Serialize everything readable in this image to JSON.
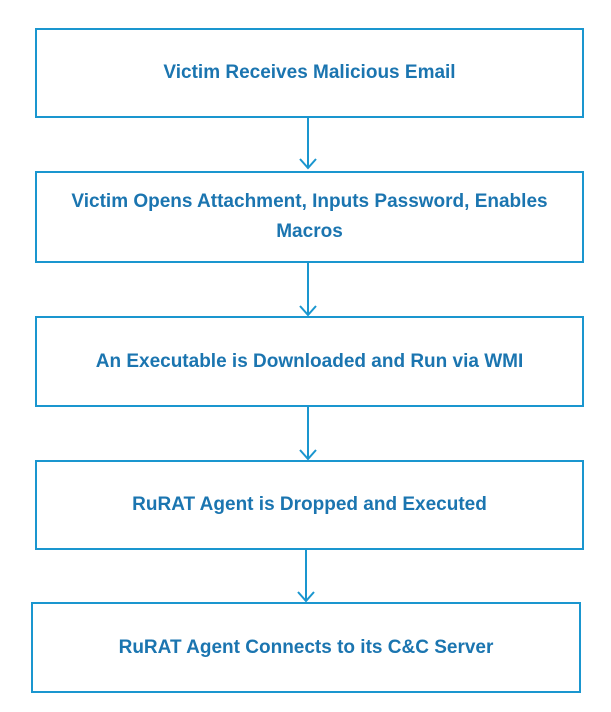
{
  "colors": {
    "border": "#1a96cf",
    "text": "#1b75b0",
    "arrow": "#1a96cf",
    "background": "#ffffff"
  },
  "flowchart": {
    "steps": [
      {
        "id": "step-1",
        "label": "Victim Receives Malicious Email"
      },
      {
        "id": "step-2",
        "label": "Victim Opens Attachment, Inputs Password, Enables Macros"
      },
      {
        "id": "step-3",
        "label": "An Executable is Downloaded and Run via WMI"
      },
      {
        "id": "step-4",
        "label": "RuRAT Agent is Dropped and Executed"
      },
      {
        "id": "step-5",
        "label": "RuRAT Agent Connects to its C&C Server"
      }
    ],
    "connectors": [
      {
        "from": "step-1",
        "to": "step-2",
        "icon": "arrow-down-icon"
      },
      {
        "from": "step-2",
        "to": "step-3",
        "icon": "arrow-down-icon"
      },
      {
        "from": "step-3",
        "to": "step-4",
        "icon": "arrow-down-icon"
      },
      {
        "from": "step-4",
        "to": "step-5",
        "icon": "arrow-down-icon"
      }
    ]
  }
}
